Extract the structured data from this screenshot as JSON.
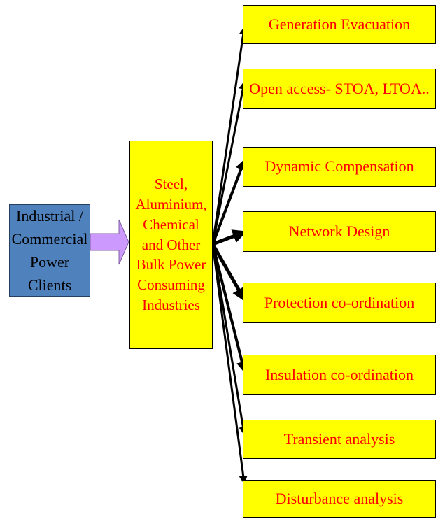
{
  "source": {
    "label": "Industrial / Commercial Power Clients"
  },
  "industries": {
    "label": "Steel, Aluminium, Chemical and Other Bulk Power Consuming Industries"
  },
  "services": [
    {
      "label": "Generation Evacuation"
    },
    {
      "label": "Open access- STOA, LTOA.."
    },
    {
      "label": "Dynamic Compensation"
    },
    {
      "label": "Network Design"
    },
    {
      "label": "Protection co-ordination"
    },
    {
      "label": "Insulation co-ordination"
    },
    {
      "label": "Transient analysis"
    },
    {
      "label": "Disturbance analysis"
    }
  ],
  "colors": {
    "source_fill": "#4f81bd",
    "box_fill": "#ffff00",
    "box_text": "#ff0000",
    "block_arrow": "#cc99ff",
    "connector": "#000000"
  }
}
